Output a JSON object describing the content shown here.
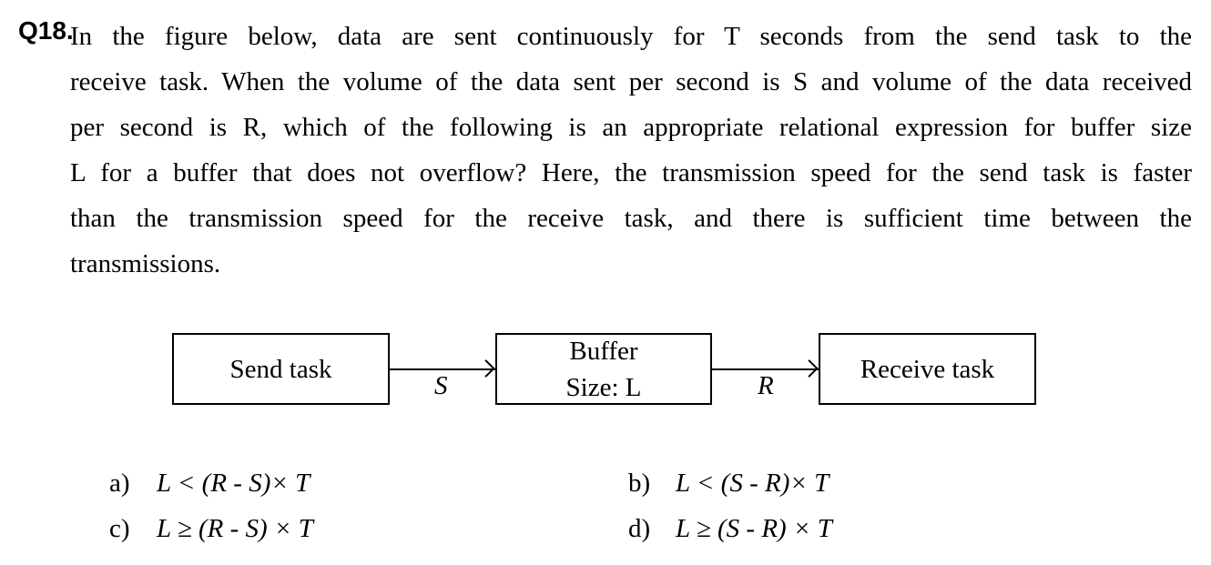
{
  "question": {
    "number": "Q18.",
    "lines": [
      "In the figure below, data are sent continuously for T seconds from the send task to the",
      "receive task. When the volume of the data sent per second is S and volume of the data received",
      "per second is R, which of the following is an appropriate relational expression for buffer size",
      "L for a buffer that does not overflow? Here, the transmission speed for the send task is faster",
      "than the transmission speed for the receive task, and there is sufficient time between the",
      "transmissions."
    ]
  },
  "diagram": {
    "send_box": "Send task",
    "buffer_line1": "Buffer",
    "buffer_line2": "Size: L",
    "receive_box": "Receive task",
    "arrow1_label": "S",
    "arrow2_label": "R"
  },
  "answers": [
    {
      "key": "a)",
      "expr": "L < (R - S)× T"
    },
    {
      "key": "b)",
      "expr": "L < (S - R)× T"
    },
    {
      "key": "c)",
      "expr": "L ≥ (R - S) × T"
    },
    {
      "key": "d)",
      "expr": "L ≥ (S - R) × T"
    }
  ]
}
